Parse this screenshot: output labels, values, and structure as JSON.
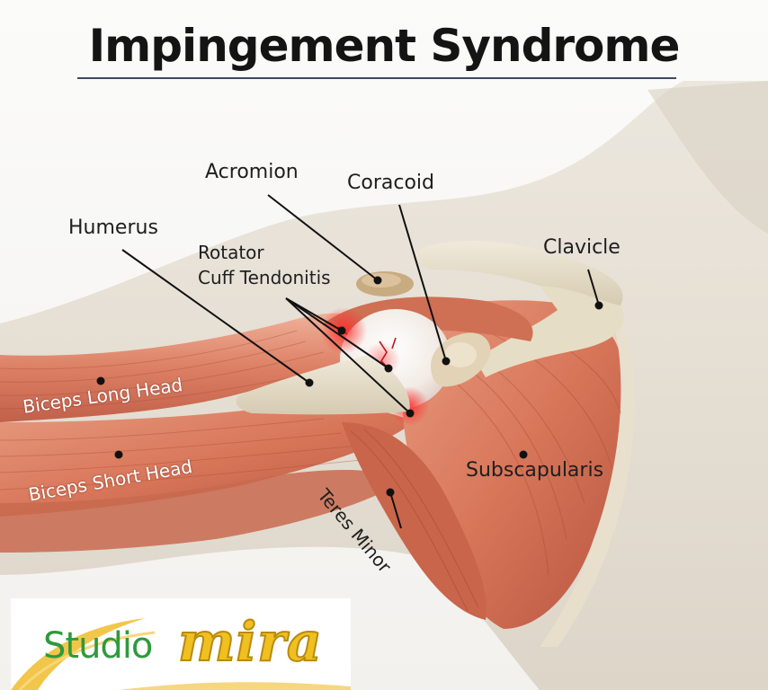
{
  "title": "Impingement Syndrome",
  "labels": {
    "acromion": "Acromion",
    "coracoid": "Coracoid",
    "humerus": "Humerus",
    "rotator_cuff_line1": "Rotator",
    "rotator_cuff_line2": "Cuff Tendonitis",
    "clavicle": "Clavicle",
    "biceps_long_head": "Biceps Long Head",
    "biceps_short_head": "Biceps Short Head",
    "subscapularis": "Subscapularis",
    "teres_minor": "Teres Minor"
  },
  "logo": {
    "studio": "Studio",
    "mira": "mira"
  },
  "colors": {
    "muscle": "#d9795c",
    "muscle_dark": "#b8533c",
    "bone": "#e9e1cf",
    "skin": "#e8e2d8",
    "inflammation": "#e8202a",
    "logo_green": "#2e9a3c",
    "logo_yellow": "#f0c020"
  }
}
